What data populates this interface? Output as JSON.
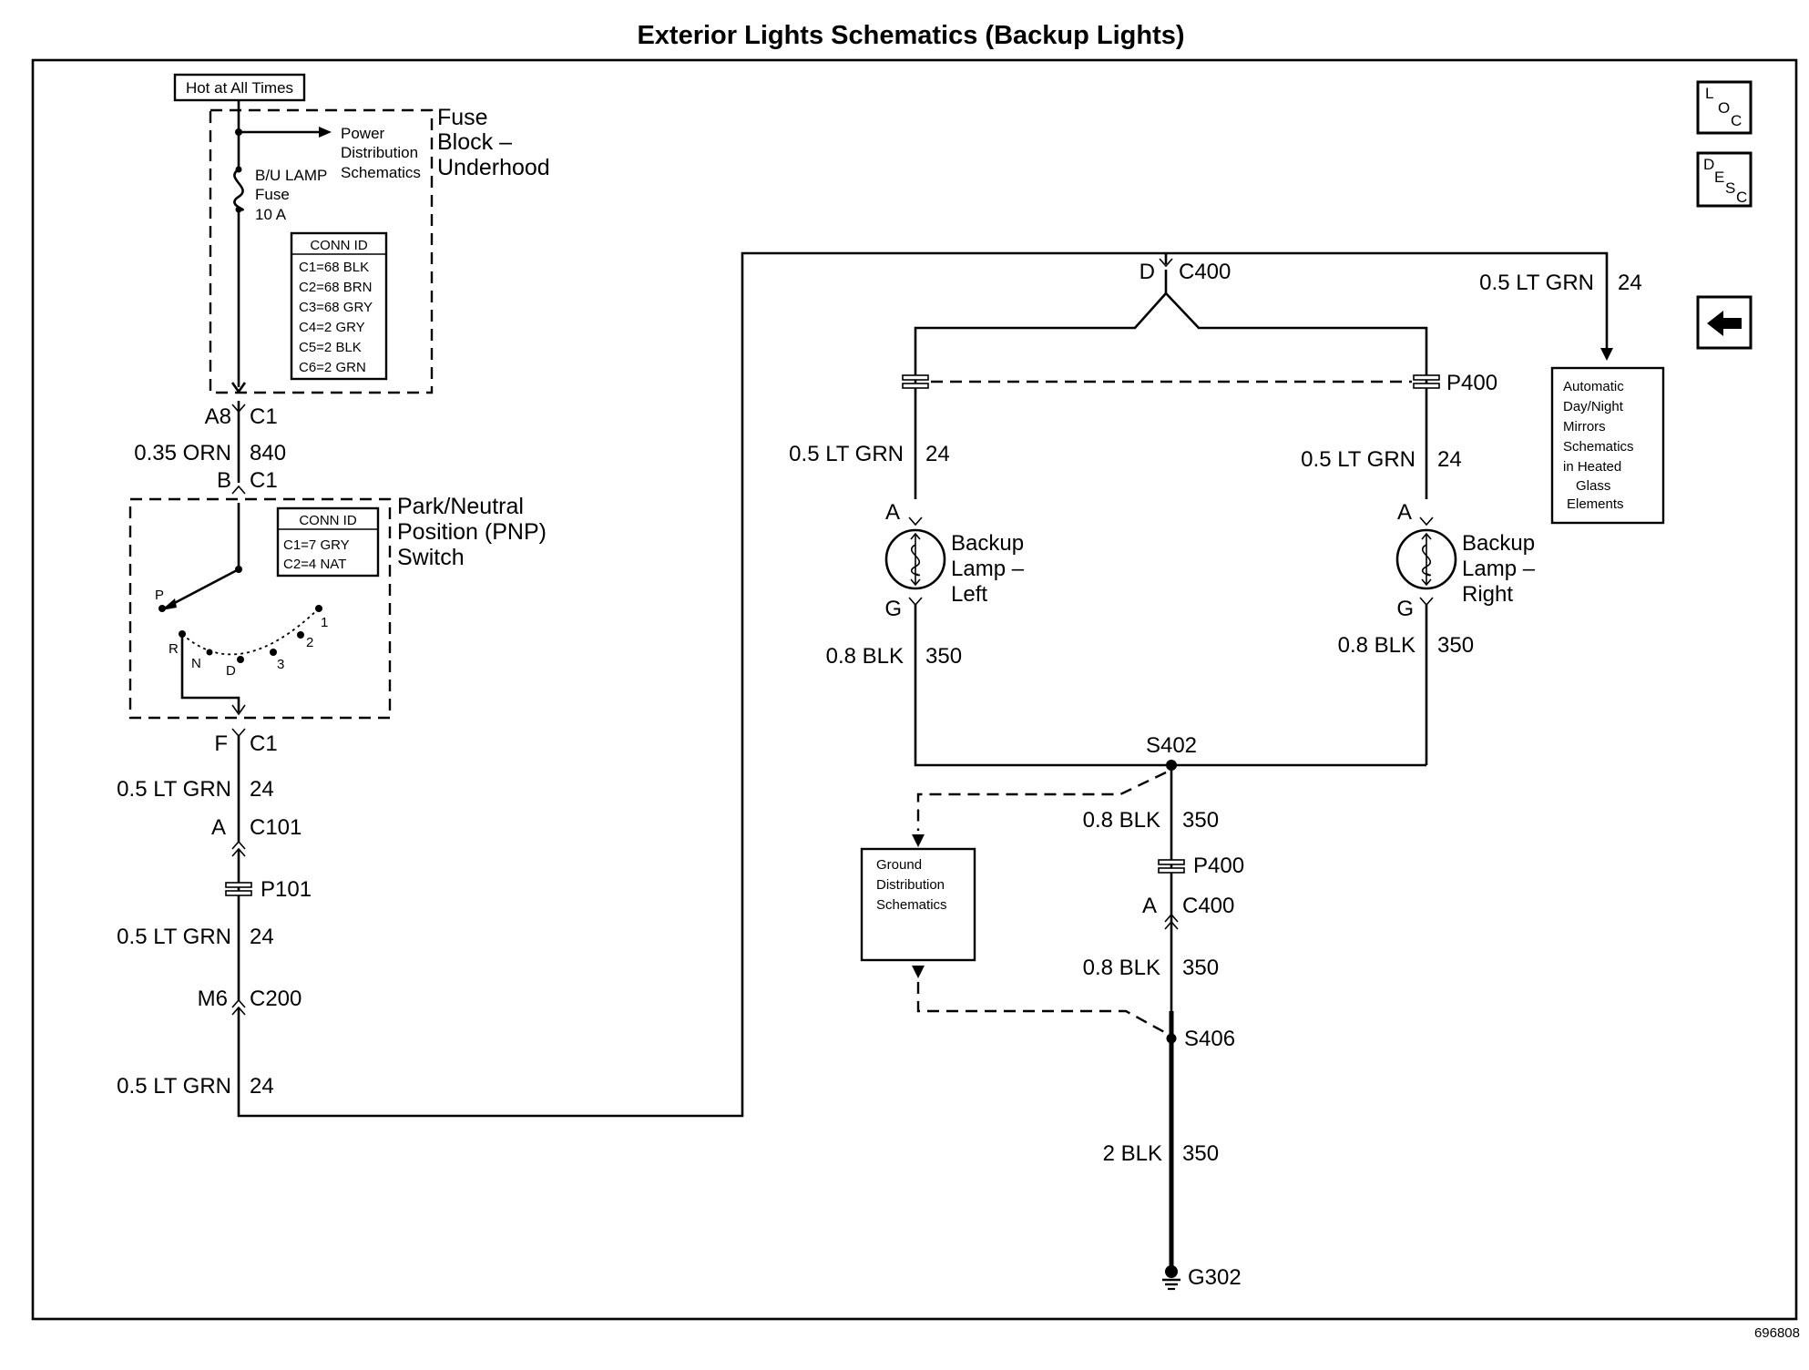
{
  "title": "Exterior Lights Schematics (Backup Lights)",
  "figure_id": "696808",
  "nav": {
    "loc_letters": [
      "L",
      "O",
      "C"
    ],
    "desc_letters": [
      "D",
      "E",
      "S",
      "C"
    ],
    "back": "←"
  },
  "fuse_block": {
    "hot_label": "Hot at All Times",
    "name_lines": [
      "Fuse",
      "Block –",
      "Underhood"
    ],
    "power_lines": [
      "Power",
      "Distribution",
      "Schematics"
    ],
    "fuse_lines": [
      "B/U LAMP",
      "Fuse",
      "10 A"
    ],
    "conn_id": {
      "header": "CONN ID",
      "rows": [
        "C1=68 BLK",
        "C2=68 BRN",
        "C3=68 GRY",
        "C4=2 GRY",
        "C5=2 BLK",
        "C6=2 GRN"
      ]
    }
  },
  "pnp_switch": {
    "name_lines": [
      "Park/Neutral",
      "Position (PNP)",
      "Switch"
    ],
    "conn_id": {
      "header": "CONN ID",
      "rows": [
        "C1=7 GRY",
        "C2=4 NAT"
      ]
    },
    "positions": [
      "P",
      "R",
      "N",
      "D",
      "3",
      "2",
      "1"
    ]
  },
  "left_chain": {
    "c1_top_pin": "A8",
    "c1_top_conn": "C1",
    "wire1_gauge": "0.35 ORN",
    "wire1_circuit": "840",
    "c1_bot_pin": "B",
    "c1_bot_conn": "C1",
    "c1_f_pin": "F",
    "c1_f_conn": "C1",
    "wire2_gauge": "0.5 LT GRN",
    "wire2_circuit": "24",
    "c101_pin": "A",
    "c101_conn": "C101",
    "p101": "P101",
    "wire3_gauge": "0.5 LT GRN",
    "wire3_circuit": "24",
    "c200_pin": "M6",
    "c200_conn": "C200",
    "wire4_gauge": "0.5 LT GRN",
    "wire4_circuit": "24"
  },
  "top_connector": {
    "pin": "D",
    "conn": "C400"
  },
  "mirror_branch": {
    "gauge": "0.5 LT GRN",
    "circuit": "24",
    "box_lines": [
      "Automatic",
      "Day/Night",
      "Mirrors",
      "Schematics",
      "in Heated",
      "Glass",
      "Elements"
    ]
  },
  "p400_top": "P400",
  "lamp_left": {
    "gauge_in": "0.5 LT GRN",
    "circuit_in": "24",
    "pin_top": "A",
    "pin_bot": "G",
    "name_lines": [
      "Backup",
      "Lamp –",
      "Left"
    ],
    "gauge_out": "0.8 BLK",
    "circuit_out": "350"
  },
  "lamp_right": {
    "gauge_in": "0.5 LT GRN",
    "circuit_in": "24",
    "pin_top": "A",
    "pin_bot": "G",
    "name_lines": [
      "Backup",
      "Lamp –",
      "Right"
    ],
    "gauge_out": "0.8 BLK",
    "circuit_out": "350"
  },
  "ground_chain": {
    "splice1": "S402",
    "w1_gauge": "0.8 BLK",
    "w1_circuit": "350",
    "p400": "P400",
    "c400_pin": "A",
    "c400_conn": "C400",
    "w2_gauge": "0.8 BLK",
    "w2_circuit": "350",
    "splice2": "S406",
    "w3_gauge": "2 BLK",
    "w3_circuit": "350",
    "ground": "G302"
  },
  "ground_dist_lines": [
    "Ground",
    "Distribution",
    "Schematics"
  ]
}
